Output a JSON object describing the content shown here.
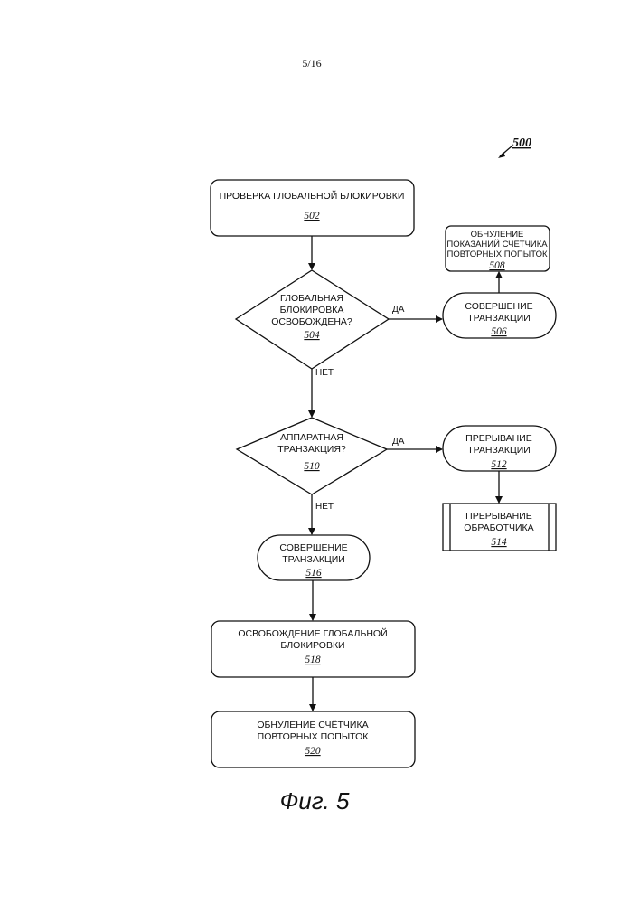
{
  "page_number": "5/16",
  "figure_ref": "500",
  "caption": "Фиг. 5",
  "nodes": {
    "n502": {
      "lines": [
        "ПРОВЕРКА ГЛОБАЛЬНОЙ БЛОКИРОВКИ"
      ],
      "id": "502"
    },
    "n504": {
      "lines": [
        "ГЛОБАЛЬНАЯ",
        "БЛОКИРОВКА",
        "ОСВОБОЖДЕНА?"
      ],
      "id": "504"
    },
    "n506": {
      "lines": [
        "СОВЕРШЕНИЕ",
        "ТРАНЗАКЦИИ"
      ],
      "id": "506"
    },
    "n508": {
      "lines": [
        "ОБНУЛЕНИЕ",
        "ПОКАЗАНИЙ СЧЁТЧИКА",
        "ПОВТОРНЫХ ПОПЫТОК"
      ],
      "id": "508"
    },
    "n510": {
      "lines": [
        "АППАРАТНАЯ",
        "ТРАНЗАКЦИЯ?"
      ],
      "id": "510"
    },
    "n512": {
      "lines": [
        "ПРЕРЫВАНИЕ",
        "ТРАНЗАКЦИИ"
      ],
      "id": "512"
    },
    "n514": {
      "lines": [
        "ПРЕРЫВАНИЕ",
        "ОБРАБОТЧИКА"
      ],
      "id": "514"
    },
    "n516": {
      "lines": [
        "СОВЕРШЕНИЕ",
        "ТРАНЗАКЦИИ"
      ],
      "id": "516"
    },
    "n518": {
      "lines": [
        "ОСВОБОЖДЕНИЕ ГЛОБАЛЬНОЙ",
        "БЛОКИРОВКИ"
      ],
      "id": "518"
    },
    "n520": {
      "lines": [
        "ОБНУЛЕНИЕ СЧЁТЧИКА",
        "ПОВТОРНЫХ ПОПЫТОК"
      ],
      "id": "520"
    }
  },
  "edge_labels": {
    "e504_yes": "ДА",
    "e504_no": "НЕТ",
    "e510_yes": "ДА",
    "e510_no": "НЕТ"
  }
}
